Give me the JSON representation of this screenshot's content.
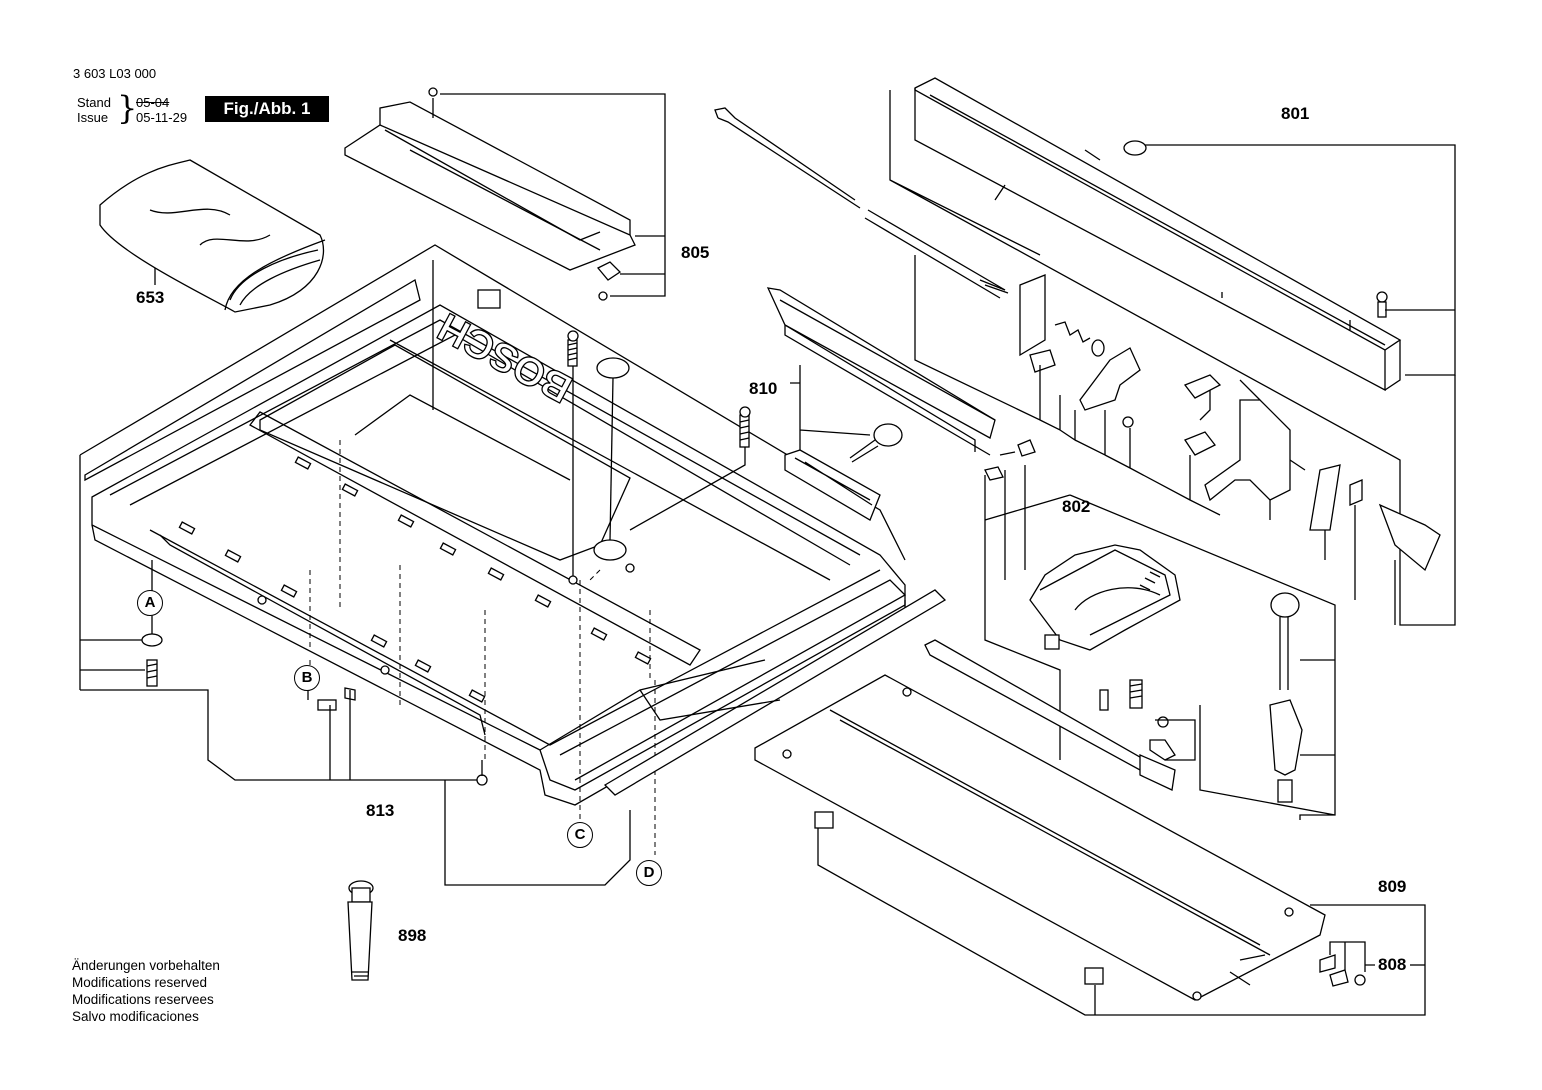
{
  "header": {
    "doc_number": "3 603 L03 000",
    "stand_label": "Stand",
    "stand_date": "05-04",
    "issue_label": "Issue",
    "issue_date": "05-11-29",
    "figure_label": "Fig./Abb. 1"
  },
  "diagram": {
    "brand_text": "BOSCH",
    "part_numbers": {
      "p653": "653",
      "p801": "801",
      "p802": "802",
      "p805": "805",
      "p808": "808",
      "p809": "809",
      "p810": "810",
      "p813": "813",
      "p898": "898"
    },
    "markers": {
      "a": "A",
      "b": "B",
      "c": "C",
      "d": "D"
    }
  },
  "footer": {
    "line_de": "Änderungen vorbehalten",
    "line_en": "Modifications reserved",
    "line_fr": "Modifications reservees",
    "line_es": "Salvo modificaciones"
  }
}
